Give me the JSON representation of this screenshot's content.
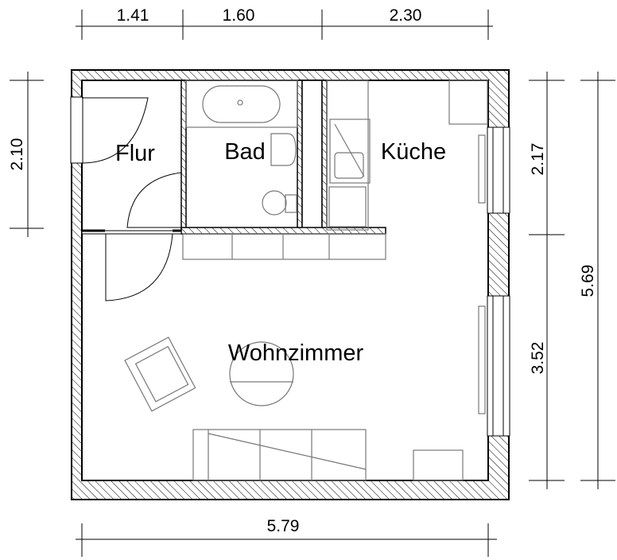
{
  "rooms": {
    "flur": "Flur",
    "bad": "Bad",
    "kueche": "Küche",
    "wohnzimmer": "Wohnzimmer"
  },
  "dimensions": {
    "top": [
      "1.41",
      "1.60",
      "2.30"
    ],
    "left": "2.10",
    "right_inner": [
      "2.17",
      "3.52"
    ],
    "right_outer": "5.69",
    "bottom": "5.79"
  }
}
